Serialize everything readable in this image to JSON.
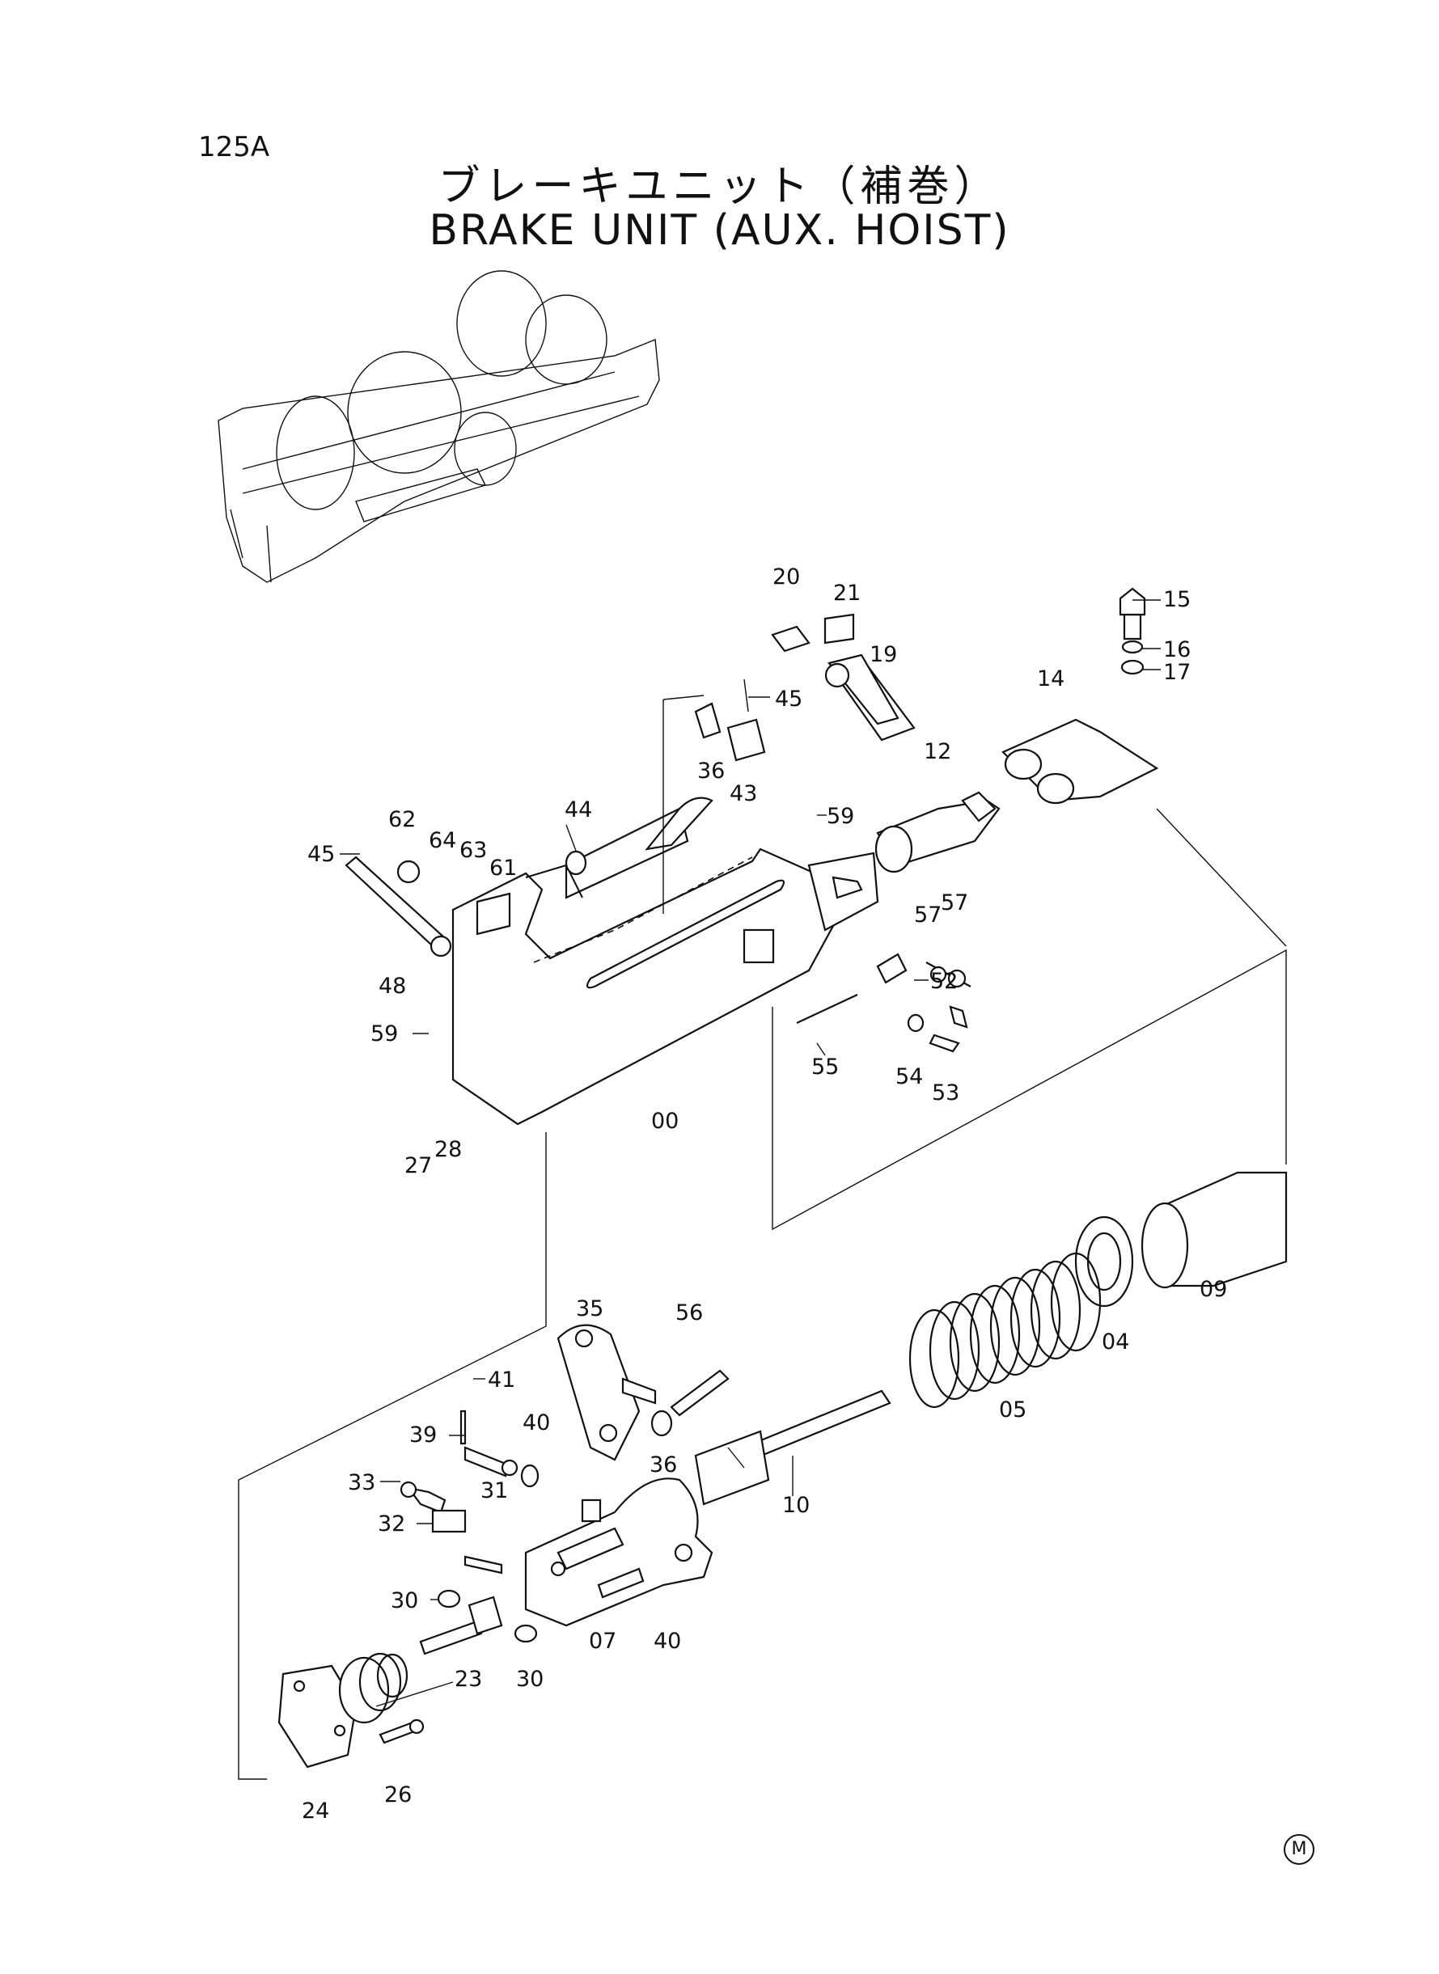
{
  "page_number": "125A",
  "title_jp": "ブレーキユニット（補巻）",
  "title_en": "BRAKE UNIT (AUX. HOIST)",
  "corner_mark": "M",
  "part_labels": [
    "20",
    "21",
    "19",
    "15",
    "16",
    "17",
    "45",
    "36",
    "43",
    "14",
    "12",
    "44",
    "59",
    "62",
    "64",
    "63",
    "61",
    "45",
    "48",
    "57",
    "57",
    "52",
    "59",
    "55",
    "54",
    "53",
    "00",
    "27",
    "28",
    "09",
    "04",
    "35",
    "56",
    "05",
    "41",
    "39",
    "40",
    "36",
    "10",
    "33",
    "31",
    "32",
    "07",
    "40",
    "30",
    "23",
    "30",
    "24",
    "26"
  ]
}
